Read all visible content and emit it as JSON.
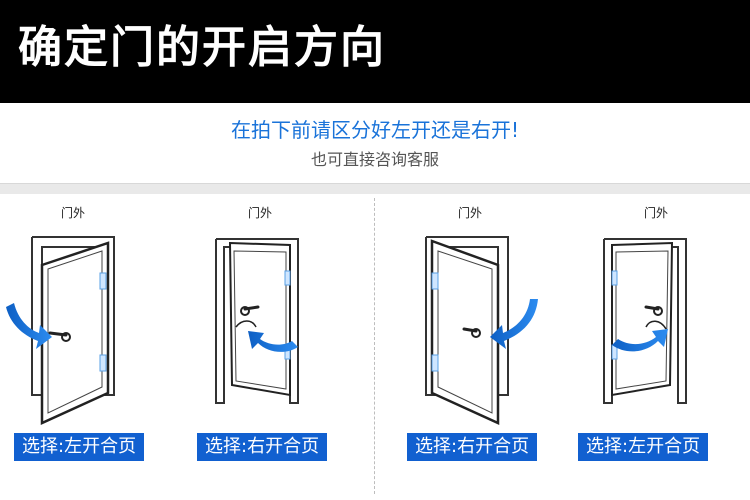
{
  "header": {
    "title": "确定门的开启方向"
  },
  "intro": {
    "main_text": "在拍下前请区分好左开还是右开!",
    "note_text": "也可直接咨询客服"
  },
  "panels": [
    {
      "outside_label": "门外",
      "choice_label": "选择:左开合页"
    },
    {
      "outside_label": "门外",
      "choice_label": "选择:右开合页"
    },
    {
      "outside_label": "门外",
      "choice_label": "选择:右开合页"
    },
    {
      "outside_label": "门外",
      "choice_label": "选择:左开合页"
    }
  ],
  "colors": {
    "accent_blue": "#1160d0",
    "title_blue": "#1a73d9",
    "arrow_blue": "#1e78e0",
    "header_black": "#000000"
  },
  "icons": [
    "door-icon",
    "curved-arrow-icon"
  ]
}
